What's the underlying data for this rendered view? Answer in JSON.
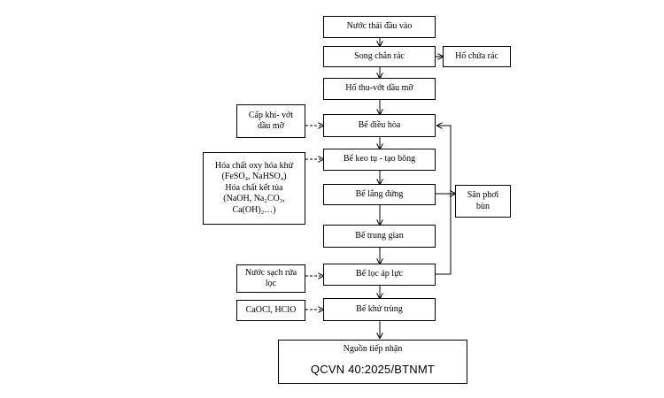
{
  "nodes": {
    "wastewater_in": "Nước thải đầu vào",
    "screen": "Song chắn rác",
    "trash_pit": "Hố chứa rác",
    "oil_trap": "Hố thu-vớt dầu mỡ",
    "equalization": "Bể điều hòa",
    "air_oil": "Cấp khí- vớt\ndầu mỡ",
    "coag_floc": "Bể keo tụ - tạo bông",
    "chemicals": "Hóa chất oxy hóa khử\n(FeSO₄, NaHSO₄)\nHóa chất kết tủa\n(NaOH, Na₂CO₃,\nCa(OH)₂…)",
    "settling": "Bể lắng đứng",
    "sludge_bed": "Sân phơi\nbùn",
    "intermediate": "Bể trung gian",
    "pressure_filter": "Bể lọc áp lực",
    "backwash": "Nước sạch rửa\nlọc",
    "disinfection": "Bể khử trùng",
    "disinfectant": "CaOCl, HClO",
    "receiving": "Nguồn tiếp nhận",
    "standard": "QCVN 40:2025/BTNMT"
  }
}
